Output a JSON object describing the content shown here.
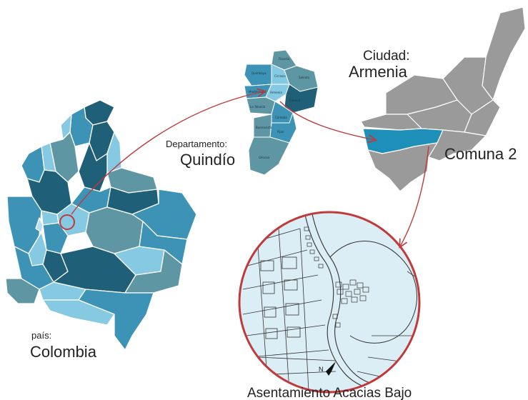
{
  "labels": {
    "country_prefix": "país:",
    "country_name": "Colombia",
    "department_prefix": "Departamento:",
    "department_name": "Quindío",
    "city_prefix": "Ciudad:",
    "city_name": "Armenia",
    "commune": "Comuna 2",
    "settlement": "Asentamiento Acacias Bajo"
  },
  "municipality_labels": [
    "Filandia",
    "Quimbaya",
    "Circasia",
    "Salento",
    "Montenegro",
    "Armenia",
    "Calarcá",
    "La Tebaida",
    "Córdoba",
    "Buenavista",
    "Pijao",
    "Génova"
  ],
  "compass": {
    "letter": "N",
    "icon": "north-arrow-icon"
  },
  "colors": {
    "dark_teal": "#1f5f78",
    "mid_blue": "#3d93b5",
    "light_blue": "#86c9e3",
    "pale_blue": "#b6e0ef",
    "grey_teal": "#5f96a3",
    "city_grey": "#9a9a9a",
    "highlight": "#1d8fb9",
    "connector_red": "#c0393b",
    "detail_bg": "#dceef5"
  }
}
